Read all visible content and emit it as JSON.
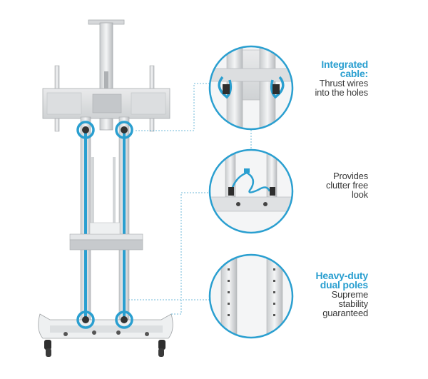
{
  "accent_color": "#2a9fd0",
  "callouts": [
    {
      "heading_lines": [
        "Integrated",
        "cable:"
      ],
      "body_lines": [
        "Thrust wires",
        "into the holes"
      ]
    },
    {
      "heading_lines": [],
      "body_lines": [
        "Provides",
        "clutter free",
        "look"
      ]
    },
    {
      "heading_lines": [
        "Heavy-duty",
        "dual poles"
      ],
      "body_lines": [
        "Supreme",
        "stability",
        "guaranteed"
      ]
    }
  ]
}
